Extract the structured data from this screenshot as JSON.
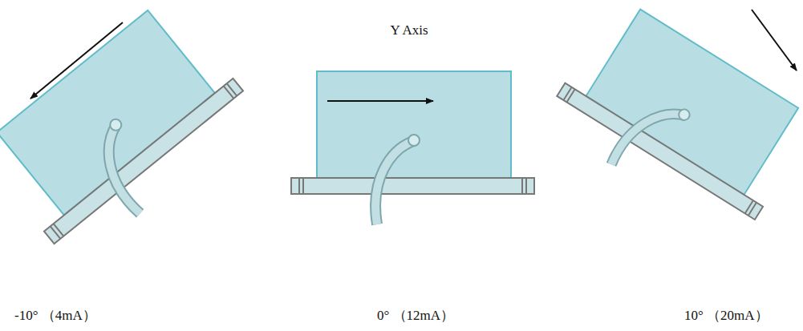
{
  "diagram": {
    "labels": [
      "Y Axis",
      "-10° （4mA）",
      "0° （12mA）",
      "10° （20mA）"
    ]
  }
}
